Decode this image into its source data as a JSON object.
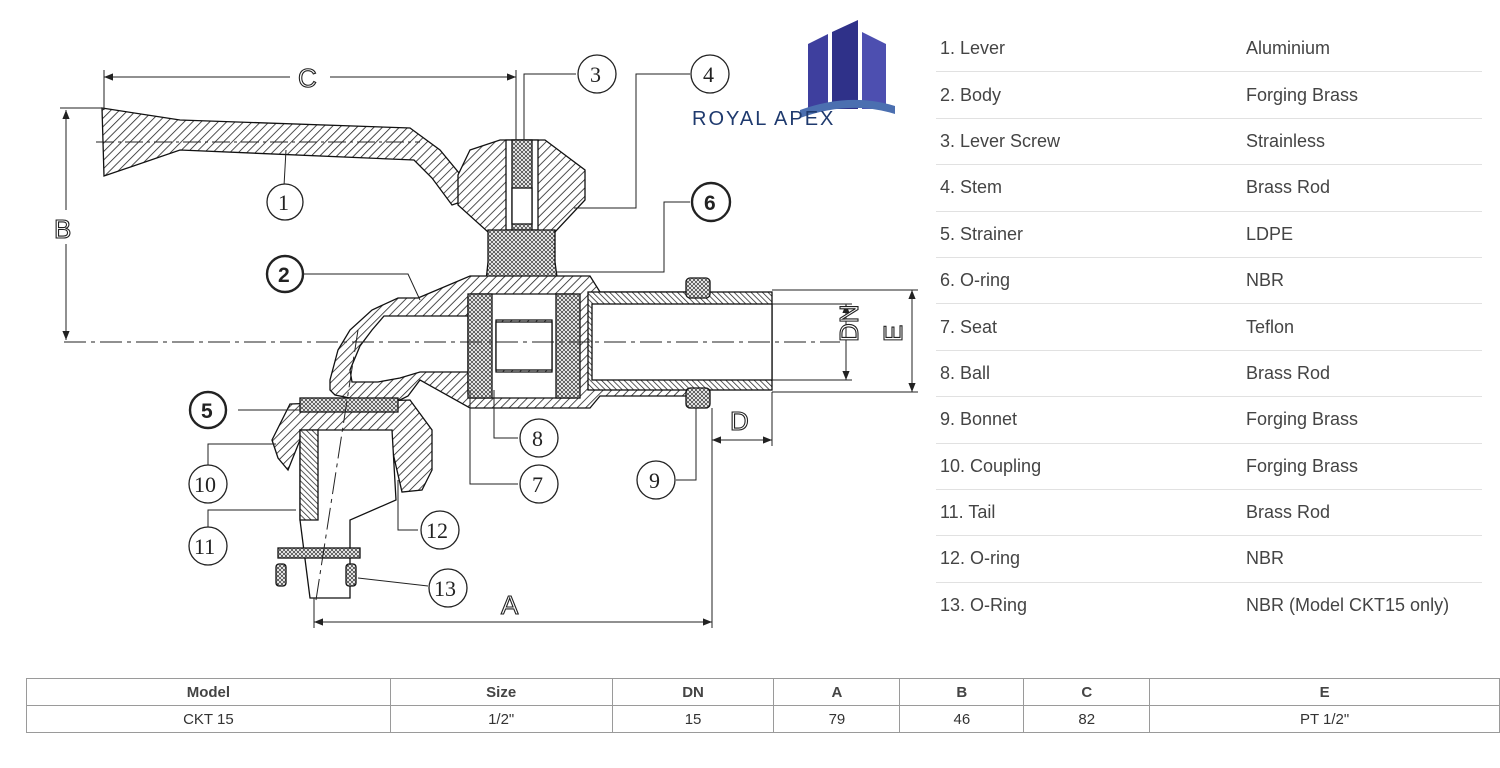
{
  "logo": {
    "brand": "ROYAL APEX",
    "colors": {
      "towers": "#3e3f9e",
      "wave": "#4b6fb0"
    }
  },
  "diagram": {
    "dimensions": {
      "A": "A",
      "B": "B",
      "C": "C",
      "D": "D",
      "DN": "DN",
      "E": "E"
    },
    "callouts": [
      "1",
      "2",
      "3",
      "4",
      "5",
      "6",
      "7",
      "8",
      "9",
      "10",
      "11",
      "12",
      "13"
    ]
  },
  "parts": [
    {
      "name": "1. Lever",
      "material": "Aluminium"
    },
    {
      "name": "2. Body",
      "material": "Forging Brass"
    },
    {
      "name": "3. Lever Screw",
      "material": "Strainless"
    },
    {
      "name": "4. Stem",
      "material": "Brass Rod"
    },
    {
      "name": "5. Strainer",
      "material": "LDPE"
    },
    {
      "name": "6. O-ring",
      "material": "NBR"
    },
    {
      "name": "7. Seat",
      "material": "Teflon"
    },
    {
      "name": "8. Ball",
      "material": "Brass Rod"
    },
    {
      "name": "9. Bonnet",
      "material": "Forging Brass"
    },
    {
      "name": "10. Coupling",
      "material": "Forging Brass"
    },
    {
      "name": "11. Tail",
      "material": "Brass Rod"
    },
    {
      "name": "12. O-ring",
      "material": "NBR"
    },
    {
      "name": "13. O-Ring",
      "material": "NBR (Model CKT15 only)"
    }
  ],
  "specs": {
    "headers": [
      "Model",
      "Size",
      "DN",
      "A",
      "B",
      "C",
      "E"
    ],
    "rows": [
      [
        "CKT 15",
        "1/2\"",
        "15",
        "79",
        "46",
        "82",
        "PT 1/2\""
      ]
    ]
  }
}
